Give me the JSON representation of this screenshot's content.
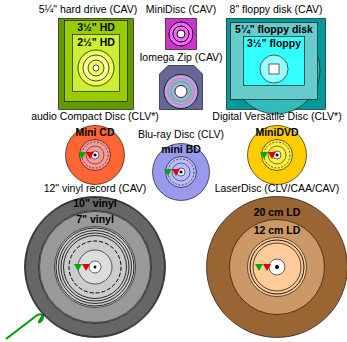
{
  "diagram": {
    "nodes": [
      {
        "text": [
          "5¼\" hard drive (CAV)"
        ]
      },
      {
        "text": [
          "3½\" HD"
        ],
        "in": 0
      },
      {
        "text": [
          "2½\" HD"
        ],
        "in": 1
      },
      {
        "text": [
          "MiniDisc (CAV)"
        ]
      },
      {
        "text": [
          "8\" floppy disk (CAV)"
        ]
      },
      {
        "text": [
          "5¼\" floppy disk"
        ],
        "in": 4
      },
      {
        "text": [
          "3½\" floppy"
        ],
        "in": 5
      },
      {
        "text": [
          "Iomega Zip (CAV)"
        ]
      },
      {
        "text": [
          "audio Compact Disc (CLV*)"
        ]
      },
      {
        "text": [
          "Mini CD"
        ],
        "in": 8
      },
      {
        "text": [
          "Blu-ray Disc (CLV)"
        ]
      },
      {
        "text": [
          "mini BD"
        ],
        "in": 10
      },
      {
        "text": [
          "Digital Versatile Disc (CLV*)"
        ]
      },
      {
        "text": [
          "MiniDVD"
        ],
        "in": 12
      },
      {
        "text": [
          "12\" vinyl record (CAV)"
        ]
      },
      {
        "text": [
          "10\" vinyl"
        ],
        "in": 14
      },
      {
        "text": [
          "7\" vinyl"
        ],
        "in": 15
      },
      {
        "text": [
          "LaserDisc (CLV/CAA/CAV)"
        ]
      },
      {
        "text": [
          "20 cm LD"
        ],
        "in": 17
      },
      {
        "text": [
          "12 cm LD"
        ],
        "in": 18
      }
    ]
  }
}
